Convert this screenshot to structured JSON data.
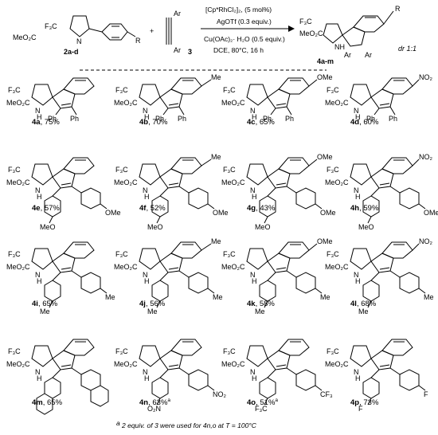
{
  "reaction": {
    "sm_cf3": "F₃C",
    "sm_ester": "MeO₂C",
    "sm_n": "N",
    "sm_r": "R",
    "sm_label": "2a-d",
    "plus": "+",
    "alkyne_ar_top": "Ar",
    "alkyne_ar_bottom": "Ar",
    "alkyne_label": "3",
    "conditions": [
      "[Cp*RhCl₂]₂, (5 mol%)",
      "AgOTf (0.3 equiv.)",
      "Cu(OAc)₂· H₂O (0.5 equiv.)",
      "DCE, 80°C, 16 h"
    ],
    "prod_cf3": "F₃C",
    "prod_ester": "MeO₂C",
    "prod_nh": "NH",
    "prod_r": "R",
    "prod_ar_left": "Ar",
    "prod_ar_right": "Ar",
    "product_label": "4a-m",
    "dr": "dr 1:1"
  },
  "labels": {
    "cf3": "F₃C",
    "ester": "MeO₂C",
    "nh": "N",
    "h": "H",
    "ph": "Ph",
    "me": "Me",
    "ome": "OMe",
    "meo": "MeO",
    "no2": "NO₂",
    "o2n": "O₂N",
    "f": "F",
    "f3c_ar": "F₃C",
    "cf3_ar": "CF₃"
  },
  "products": [
    {
      "id": "4a",
      "yield": "75%",
      "core": "H",
      "ar": "Ph"
    },
    {
      "id": "4b",
      "yield": "70%",
      "core": "Me",
      "ar": "Ph"
    },
    {
      "id": "4c",
      "yield": "65%",
      "core": "OMe",
      "ar": "Ph"
    },
    {
      "id": "4d",
      "yield": "60%",
      "core": "NO₂",
      "ar": "Ph"
    },
    {
      "id": "4e",
      "yield": "57%",
      "core": "H",
      "ar": "4-MeOC₆H₄"
    },
    {
      "id": "4f",
      "yield": "52%",
      "core": "Me",
      "ar": "4-MeOC₆H₄"
    },
    {
      "id": "4g",
      "yield": "43%",
      "core": "OMe",
      "ar": "4-MeOC₆H₄"
    },
    {
      "id": "4h",
      "yield": "59%",
      "core": "NO₂",
      "ar": "4-MeOC₆H₄"
    },
    {
      "id": "4i",
      "yield": "65%",
      "core": "H",
      "ar": "4-MeC₆H₄"
    },
    {
      "id": "4j",
      "yield": "56%",
      "core": "Me",
      "ar": "4-MeC₆H₄"
    },
    {
      "id": "4k",
      "yield": "58%",
      "core": "OMe",
      "ar": "4-MeC₆H₄"
    },
    {
      "id": "4l",
      "yield": "68%",
      "core": "NO₂",
      "ar": "4-MeC₆H₄"
    },
    {
      "id": "4m",
      "yield": "65%",
      "core": "H",
      "ar": "2-naphthyl"
    },
    {
      "id": "4n",
      "yield": "63%",
      "core": "H",
      "ar": "4-O₂NC₆H₄",
      "note": "a"
    },
    {
      "id": "4o",
      "yield": "51%",
      "core": "H",
      "ar": "4-F₃CC₆H₄",
      "note": "a"
    },
    {
      "id": "4p",
      "yield": "73%",
      "core": "H",
      "ar": "4-FC₆H₄"
    }
  ],
  "footnote": {
    "mark": "a",
    "text": "2 equiv. of 3 were used for 4n,o at T = 100°C"
  }
}
